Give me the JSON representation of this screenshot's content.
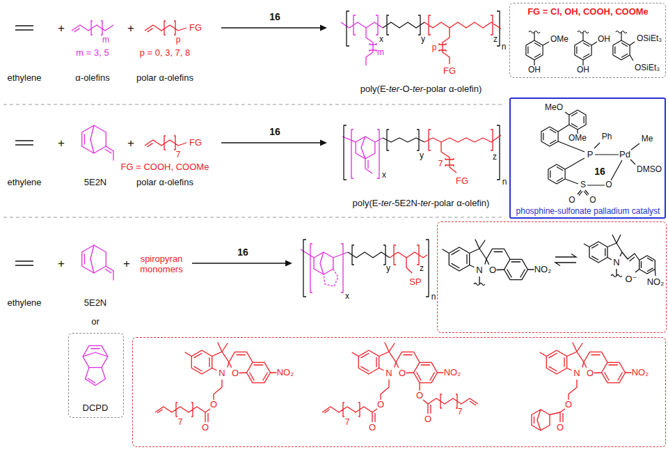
{
  "diagram": {
    "nodes": [
      {
        "text": [
          "FG = Cl, OH, COOH, COOMe",
          "OMe",
          "OH",
          "OH",
          "OH",
          "OSiEt₃",
          "OSiEt₃"
        ]
      },
      {
        "text": [
          "MeO",
          "OMe",
          "Ph",
          "P",
          "Pd",
          "Me",
          "DMSO",
          "16",
          "S",
          "O",
          "O",
          "O",
          "phosphine-sulfonate palladium catalyst"
        ]
      },
      {
        "text": [
          "DCPD"
        ]
      },
      {
        "text": [
          "N",
          "O",
          "NO₂",
          "N",
          "O⁻",
          "NO₂"
        ]
      },
      {
        "text": [
          "N",
          "O",
          "NO₂",
          "O",
          "O",
          "7",
          "N",
          "O",
          "NO₂",
          "O",
          "O",
          "7",
          "O",
          "O",
          "7",
          "N",
          "O",
          "NO₂",
          "O",
          "O"
        ]
      }
    ],
    "labels": [
      "ethylene",
      "+",
      "m",
      "m = 3, 5",
      "α-olefins",
      "+",
      "p",
      "FG",
      "p = 0, 3, 7, 8",
      "polar α-olefins",
      "16",
      "x",
      "m",
      "y",
      "p",
      "z",
      "n",
      "FG",
      "poly(E-ter-O-ter-polar α-olefin)",
      "ethylene",
      "+",
      "5E2N",
      "+",
      "7",
      "FG",
      "FG = COOH, COOMe",
      "polar α-olefins",
      "16",
      "x",
      "y",
      "7",
      "FG",
      "z",
      "n",
      "poly(E-ter-5E2N-ter-polar α-olefin)",
      "ethylene",
      "+",
      "5E2N",
      "or",
      "+",
      "spiropyran monomers",
      "16",
      "x",
      "y",
      "z",
      "SP",
      "n"
    ]
  }
}
